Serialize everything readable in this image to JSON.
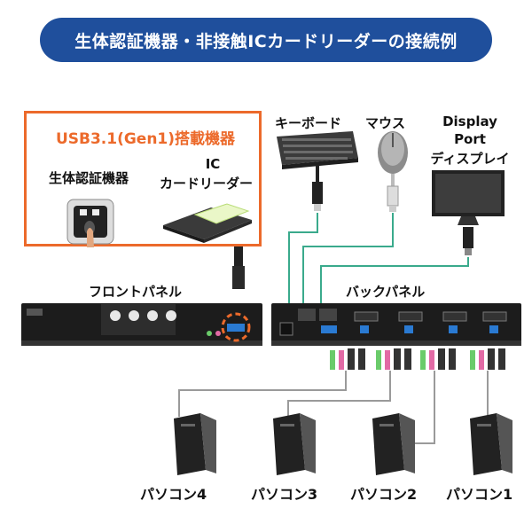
{
  "title": "生体認証機器・非接触ICカードリーダーの接続例",
  "usb_box": {
    "heading": "USB3.1(Gen1)搭載機器",
    "device1": "生体認証機器",
    "device2_line1": "IC",
    "device2_line2": "カードリーダー"
  },
  "peripherals": {
    "keyboard": "キーボード",
    "mouse": "マウス",
    "display_line1": "Display",
    "display_line2": "Port",
    "display_line3": "ディスプレイ"
  },
  "panels": {
    "front": "フロントパネル",
    "back": "バックパネル"
  },
  "pcs": [
    "パソコン4",
    "パソコン3",
    "パソコン2",
    "パソコン1"
  ],
  "colors": {
    "banner": "#1f4f9c",
    "accent": "#ec6a2b",
    "cable": "#3aaa8c",
    "cable_gray": "#9a9a9a"
  }
}
